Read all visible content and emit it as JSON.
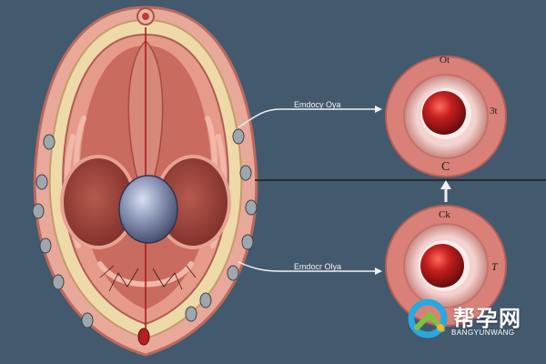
{
  "labels": {
    "top_arrow": "Emdocy Oya",
    "bottom_arrow": "Emdocr Olya",
    "top_circle_top": "Ot",
    "top_circle_right": "3t",
    "top_circle_bottom": "C",
    "bottom_circle_top": "Ck",
    "bottom_circle_right": "T"
  },
  "watermark": {
    "title": "帮孕网",
    "subtitle": "BANGYUNWANG"
  },
  "icons": [
    "q-logo-icon",
    "arrow-right-icon",
    "arrow-up-icon"
  ],
  "colors": {
    "background": "#43596e",
    "tissue": "#e8a89a",
    "inner_tissue": "#c96b5e",
    "egg": "#7c87a8",
    "blood_red": "#a81d1d"
  }
}
